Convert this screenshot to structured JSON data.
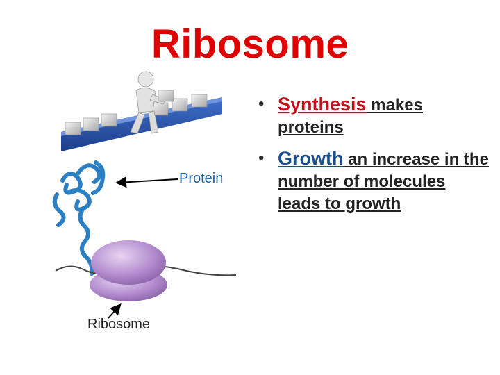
{
  "slide": {
    "title": "Ribosome",
    "labels": {
      "protein": "Protein",
      "ribosome": "Ribosome"
    },
    "bullets": [
      {
        "term": "Synthesis",
        "text": " makes proteins",
        "term_color": "#c0101a"
      },
      {
        "term": "Growth",
        "text": " an increase in the number of molecules leads to growth",
        "term_color": "#1f4e8c"
      }
    ],
    "colors": {
      "title": "#e00000",
      "protein_label": "#1a5e9e",
      "ribosome_body": "#b58fd0"
    },
    "icons": [
      "conveyor-belt-worker-icon",
      "protein-structure-icon",
      "ribosome-icon",
      "mrna-strand-icon"
    ]
  }
}
